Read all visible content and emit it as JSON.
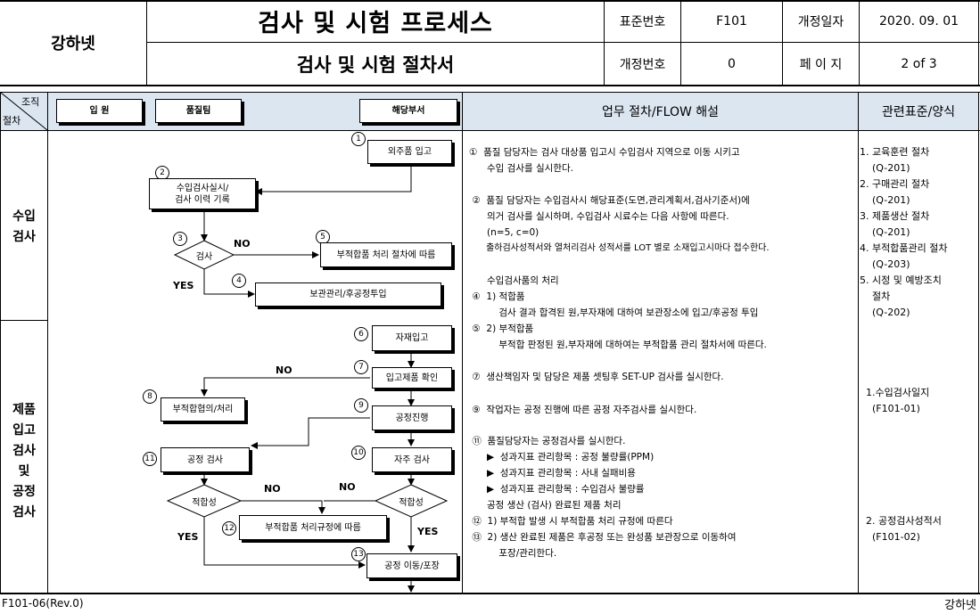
{
  "header": {
    "company": "강하넷",
    "title": "검사 및 시험 프로세스",
    "subtitle": "검사 및 시험 절차서",
    "std_no_label": "표준번호",
    "std_no_value": "F101",
    "rev_date_label": "개정일자",
    "rev_date_value": "2020. 09. 01",
    "rev_no_label": "개정번호",
    "rev_no_value": "0",
    "page_label": "페 이 지",
    "page_value": "2 of 3"
  },
  "columns": {
    "org_label": "조직",
    "proc_label": "절차",
    "dept1": "입 원",
    "dept2": "품질팀",
    "dept3": "해당부서",
    "flow_title": "업무 절차/FLOW 해설",
    "ref_title": "관련표준/양식"
  },
  "stages": {
    "incoming": "수입\n검사",
    "product": "제품\n입고\n검사\n및\n공정\n검사"
  },
  "flow": {
    "n1": "1",
    "b1": "외주품 입고",
    "n2": "2",
    "b2": "수입검사실시/\n검사 이력 기록",
    "n3": "3",
    "d3": "검사",
    "no1": "NO",
    "yes1": "YES",
    "n5": "5",
    "b5": "부적합품 처리 절차에 따름",
    "n4": "4",
    "b4": "보관관리/후공정투입",
    "n6": "6",
    "b6": "자재입고",
    "n7": "7",
    "b7": "입고제품 확인",
    "no2": "NO",
    "n8": "8",
    "b8": "부적합협의/처리",
    "n9": "9",
    "b9": "공정진행",
    "n11": "11",
    "b11": "공정 검사",
    "n10": "10",
    "b10": "자주 검사",
    "d_left": "적합성",
    "d_right": "적합성",
    "no3": "NO",
    "no4": "NO",
    "yes2": "YES",
    "yes3": "YES",
    "n12": "12",
    "b12": "부적합품 처리규정에 따름",
    "n13": "13",
    "b13": "공정 이동/포장"
  },
  "explanation": [
    "①  품질 담당자는 검사 대상품 입고시 수입검사 지역으로 이동 시키고",
    "      수입 검사를 실시한다.",
    "",
    " ②  품질 담당자는 수입검사시 해당표준(도면,관리계획서,검사기준서)에",
    "      의거 검사를 실시하며, 수입검사 시료수는 다음 사항에 따른다.",
    "      (n=5, c=0)",
    "      출하검사성적서와 열처리검사 성적서를 LOT 별로 소재입고시마다 접수한다.",
    "",
    "      수입검사품의 처리",
    " ④  1) 적합품",
    "          검사 결과 합격된 원,부자재에 대하여 보관장소에 입고/후공정 투입",
    " ⑤  2) 부적합품",
    "          부적합 판정된 원,부자재에 대하여는 부적합품 관리 절차서에 따른다.",
    "",
    " ⑦  생산책임자 및 담당은 제품 셋팅후 SET-UP 검사를 실시한다.",
    "",
    " ⑨  작업자는 공정 진행에 따른 공정 자주검사를 실시한다.",
    "",
    " ⑪  품질담당자는 공정검사를 실시한다.",
    "      ▶  성과지표 관리항목 : 공정 불량률(PPM)",
    "      ▶  성과지표 관리항목 : 사내 실패비용",
    "      ▶  성과지표 관리항목 : 수입검사 불량률",
    "      공정 생산 (검사) 완료된 제품 처리",
    " ⑫  1) 부적합 발생 시 부적합품 처리 규정에 따른다",
    " ⑬  2) 생산 완료된 제품은 후공정 또는 완성품 보관장으로 이동하여",
    "          포장/관리한다."
  ],
  "references": [
    "1. 교육훈련 절차",
    "    (Q-201)",
    "2. 구매관리 절차",
    "    (Q-201)",
    "3. 제품생산 절차",
    "    (Q-201)",
    "4. 부적합품관리 절차",
    "    (Q-203)",
    "5. 시정 및 예방조치",
    "    절차",
    "    (Q-202)",
    "",
    "",
    "",
    "  1.수입검사일지",
    "    (F101-01)",
    "",
    "",
    "",
    "",
    "",
    "",
    "  2. 공정검사성적서",
    "    (F101-02)"
  ],
  "footer": {
    "doc_code": "F101-06(Rev.0)",
    "company": "강하넷"
  },
  "colors": {
    "header_fill": "#dce6f1",
    "border": "#000000"
  }
}
